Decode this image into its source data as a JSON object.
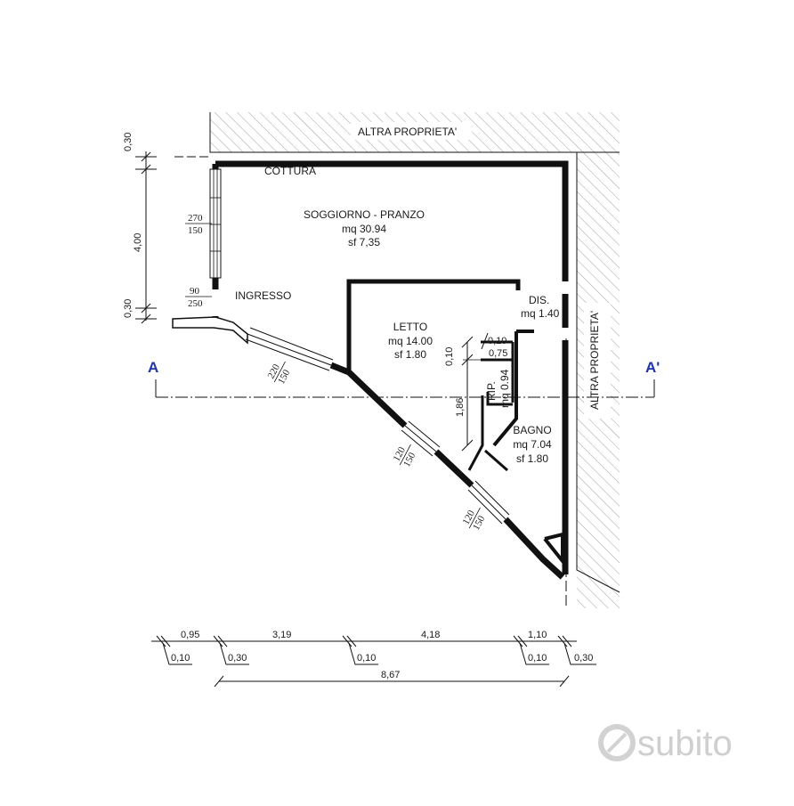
{
  "labels": {
    "adjacent_top": "ALTRA PROPRIETA'",
    "adjacent_right": "ALTRA PROPRIETA'",
    "cottura": "COTTURA",
    "soggiorno": "SOGGIORNO - PRANZO",
    "soggiorno_area": "mq 30.94",
    "soggiorno_sf": "sf 7,35",
    "ingresso": "INGRESSO",
    "dis": "DIS.",
    "dis_area": "mq 1.40",
    "letto": "LETTO",
    "letto_area": "mq 14.00",
    "letto_sf": "sf 1.80",
    "rip": "RIP.",
    "rip_area": "mq 0.94",
    "bagno": "BAGNO",
    "bagno_area": "mq 7.04",
    "bagno_sf": "sf 1.80"
  },
  "windows": {
    "w1_top": "270",
    "w1_bottom": "150",
    "door_top": "90",
    "door_bottom": "250",
    "w2_top": "220",
    "w2_bottom": "150",
    "w3_top": "120",
    "w3_bottom": "150",
    "w4_top": "120",
    "w4_bottom": "150"
  },
  "dimensions": {
    "v_top": "0,30",
    "v_mid": "4,00",
    "v_bot": "0,30",
    "h_095": "0,95",
    "h_319": "3,19",
    "h_418": "4,18",
    "h_110": "1,10",
    "h_010a": "0,10",
    "h_030a": "0,30",
    "h_010b": "0,10",
    "h_010c": "0,10",
    "h_030b": "0,30",
    "total": "8,67",
    "int_010_h": "0,10",
    "int_075": "0,75",
    "int_010_v": "0,10",
    "int_186": "1,86"
  },
  "section": {
    "left": "A",
    "right": "A'",
    "color": "#1f35a8"
  },
  "watermark": "subito"
}
